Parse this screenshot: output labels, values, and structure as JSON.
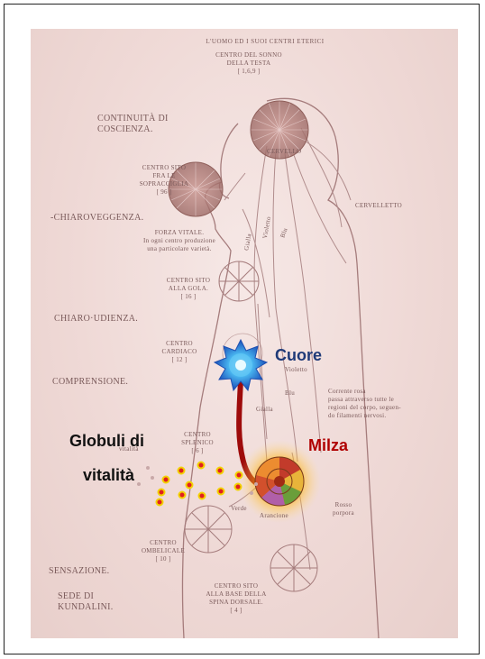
{
  "plate": {
    "title": "L'UOMO ED I SUOI CENTRI ETERICI",
    "centro_sonno": [
      "CENTRO DEL SONNO",
      "DELLA TESTA",
      "[ 1,6,9 ]"
    ],
    "continuita": [
      "CONTINUITÀ DI",
      "COSCIENZA."
    ],
    "cervello": "CERVELLO",
    "centro_sopracciglia": [
      "CENTRO SITO",
      "FRA LE",
      "SOPRACCIGLIA",
      "[ 96 ]"
    ],
    "cervelletto": "CERVELLETTO",
    "chiaroveggenza": "-CHIAROVEGGENZA.",
    "forza_vitale": [
      "FORZA VITALE.",
      "In ogni centro produzione",
      "una particolare varietà."
    ],
    "centro_gola": [
      "CENTRO SITO",
      "ALLA GOLA.",
      "[ 16 ]"
    ],
    "chiaroudienza": "CHIARO·UDIENZA.",
    "centro_cardiaco": [
      "CENTRO",
      "CARDIACO",
      "[ 12 ]"
    ],
    "comprensione": "COMPRENSIONE.",
    "violetto": "Violetto",
    "blu": "Blu",
    "gialla": "Gialla",
    "corrente": [
      "Corrente rosa",
      "passa attraverso tutte le",
      "regioni del corpo, seguen-",
      "do filamenti nervosi."
    ],
    "centro_splenico": [
      "CENTRO",
      "SPLENICO",
      "[ 6 ]"
    ],
    "vitalita_small": "vitalità",
    "verde": "Verde",
    "arancione": "Arancione",
    "rosso_porpora": [
      "Rosso",
      "porpora"
    ],
    "centro_ombelicale": [
      "CENTRO",
      "OMBELICALE",
      "[ 10 ]"
    ],
    "sensazione": "SENSAZIONE.",
    "sede": [
      "SEDE DI",
      "KUNDALINI."
    ],
    "centro_base": [
      "CENTRO SITO",
      "ALLA BASE DELLA",
      "SPINA DORSALE.",
      "[ 4 ]"
    ],
    "nerve_labels": [
      "Gialla",
      "Violetto",
      "Blu"
    ]
  },
  "annotations": {
    "cuore": "Cuore",
    "milza": "Milza",
    "globuli": [
      "Globuli di",
      "vitalità"
    ]
  },
  "colors": {
    "frame": "#222222",
    "plate_ink": "#a97f7f",
    "cuore_text": "#1f3a78",
    "milza_text": "#b00000",
    "link": "#9e0b0b",
    "globule_fill": "#cc0000",
    "globule_ring": "#ffd700"
  }
}
